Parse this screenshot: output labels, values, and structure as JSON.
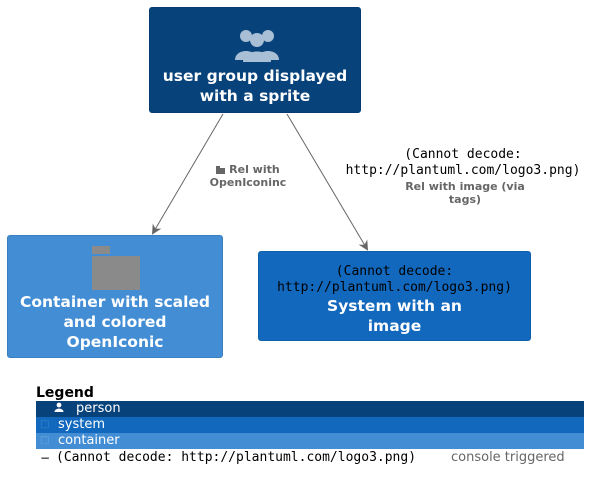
{
  "nodes": {
    "person": {
      "title_line1": "user group displayed",
      "title_line2": "with a sprite",
      "icon": "users-icon"
    },
    "container": {
      "title_line1": "Container with scaled",
      "title_line2": "and colored",
      "title_line3": "OpenIconic",
      "icon": "folder-icon"
    },
    "system": {
      "mono_line1": "(Cannot decode:",
      "mono_line2": "http://plantuml.com/logo3.png)",
      "title_line1": "System with an",
      "title_line2": "image"
    }
  },
  "relations": {
    "rel1": {
      "line1": "Rel with",
      "line2": "OpenIconinc",
      "icon": "folder-icon"
    },
    "rel2": {
      "mono_line1": "(Cannot decode:",
      "mono_line2": "http://plantuml.com/logo3.png)",
      "line1": "Rel with image (via",
      "line2": "tags)"
    }
  },
  "legend": {
    "title": "Legend",
    "items": [
      {
        "label": "person",
        "icon": "person-icon"
      },
      {
        "label": "system",
        "icon": "system-icon"
      },
      {
        "label": "container",
        "icon": "container-icon"
      }
    ],
    "console": {
      "prefix": "(Cannot decode: http://plantuml.com/logo3.png)",
      "suffix": "console triggered"
    }
  },
  "colors": {
    "person": "#08427b",
    "system": "#1168bd",
    "container": "#438dd5",
    "edge": "#666666"
  }
}
